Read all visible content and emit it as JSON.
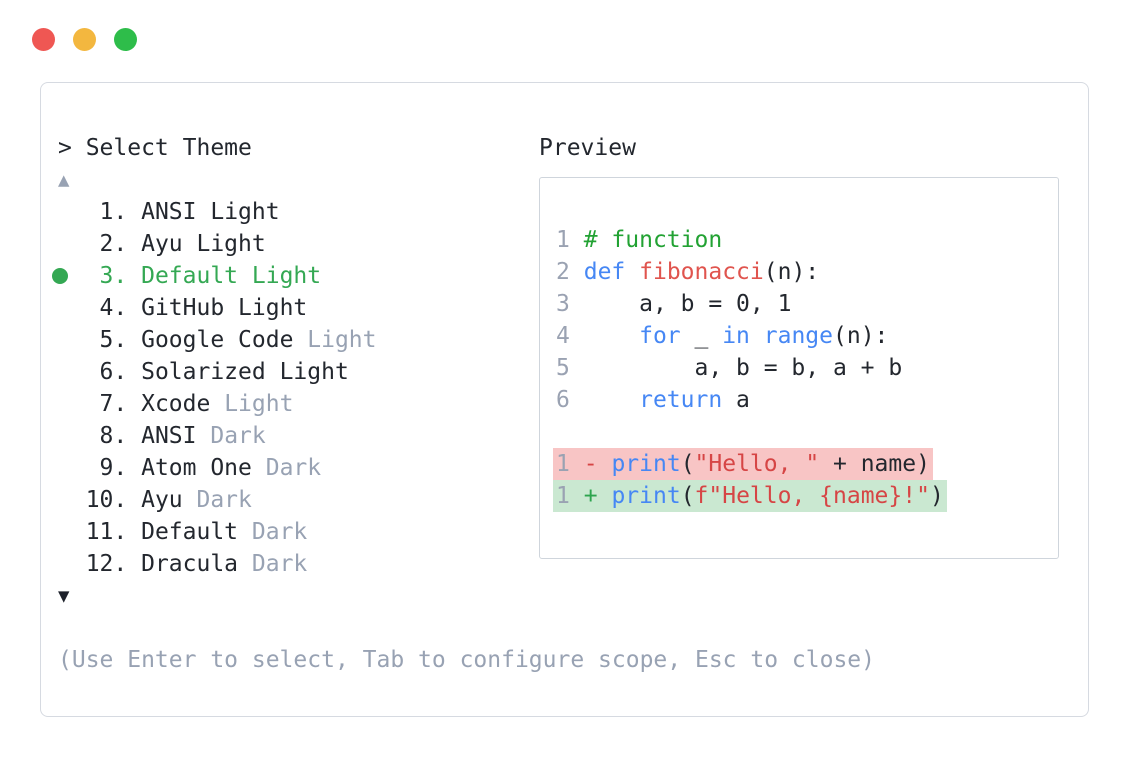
{
  "colors": {
    "dark": "#23272e",
    "muted": "#98a2b3",
    "green": "#34a853",
    "kw": "#4687f4",
    "fn": "#e0544e",
    "str": "#d64545",
    "comment": "#22a233",
    "lnum": "#9aa2b2",
    "del_bg": "#f8c5c5",
    "add_bg": "#cae8d1",
    "del_sign": "#d64545",
    "add_sign": "#2da44e",
    "panel_border": "#d6dae1",
    "preview_border": "#cfd5dc",
    "tl_red": "#ef5753",
    "tl_yellow": "#f3b73f",
    "tl_green": "#2ebd4a"
  },
  "window": {
    "controls": [
      "close",
      "minimize",
      "zoom"
    ]
  },
  "header": {
    "title": "> Select Theme",
    "preview_label": "Preview"
  },
  "theme_list": {
    "scroll_up_icon": "▲",
    "scroll_down_icon": "▼",
    "selected_number": 3,
    "items": [
      {
        "num": "1",
        "name": "ANSI",
        "variant": "Light",
        "variant_muted": false,
        "selected": false
      },
      {
        "num": "2",
        "name": "Ayu",
        "variant": "Light",
        "variant_muted": false,
        "selected": false
      },
      {
        "num": "3",
        "name": "Default",
        "variant": "Light",
        "variant_muted": false,
        "selected": true
      },
      {
        "num": "4",
        "name": "GitHub",
        "variant": "Light",
        "variant_muted": false,
        "selected": false
      },
      {
        "num": "5",
        "name": "Google Code",
        "variant": "Light",
        "variant_muted": true,
        "selected": false
      },
      {
        "num": "6",
        "name": "Solarized",
        "variant": "Light",
        "variant_muted": false,
        "selected": false
      },
      {
        "num": "7",
        "name": "Xcode",
        "variant": "Light",
        "variant_muted": true,
        "selected": false
      },
      {
        "num": "8",
        "name": "ANSI",
        "variant": "Dark",
        "variant_muted": true,
        "selected": false
      },
      {
        "num": "9",
        "name": "Atom One",
        "variant": "Dark",
        "variant_muted": true,
        "selected": false
      },
      {
        "num": "10",
        "name": "Ayu",
        "variant": "Dark",
        "variant_muted": true,
        "selected": false
      },
      {
        "num": "11",
        "name": "Default",
        "variant": "Dark",
        "variant_muted": true,
        "selected": false
      },
      {
        "num": "12",
        "name": "Dracula",
        "variant": "Dark",
        "variant_muted": true,
        "selected": false
      }
    ]
  },
  "preview": {
    "code_lines": [
      {
        "bg": null,
        "tokens": [
          [
            "lnum",
            "1"
          ],
          [
            "plain",
            " "
          ],
          [
            "comment",
            "# function"
          ]
        ]
      },
      {
        "bg": null,
        "tokens": [
          [
            "lnum",
            "2"
          ],
          [
            "plain",
            " "
          ],
          [
            "kw",
            "def"
          ],
          [
            "plain",
            " "
          ],
          [
            "fn",
            "fibonacci"
          ],
          [
            "plain",
            "(n):"
          ]
        ]
      },
      {
        "bg": null,
        "tokens": [
          [
            "lnum",
            "3"
          ],
          [
            "plain",
            " "
          ],
          [
            "plain",
            "    a, b = 0, 1"
          ]
        ]
      },
      {
        "bg": null,
        "tokens": [
          [
            "lnum",
            "4"
          ],
          [
            "plain",
            " "
          ],
          [
            "plain",
            "    "
          ],
          [
            "kw",
            "for"
          ],
          [
            "plain",
            " _ "
          ],
          [
            "kw",
            "in"
          ],
          [
            "plain",
            " "
          ],
          [
            "kw",
            "range"
          ],
          [
            "plain",
            "(n):"
          ]
        ]
      },
      {
        "bg": null,
        "tokens": [
          [
            "lnum",
            "5"
          ],
          [
            "plain",
            " "
          ],
          [
            "plain",
            "        a, b = b, a + b"
          ]
        ]
      },
      {
        "bg": null,
        "tokens": [
          [
            "lnum",
            "6"
          ],
          [
            "plain",
            " "
          ],
          [
            "plain",
            "    "
          ],
          [
            "kw",
            "return"
          ],
          [
            "plain",
            " a"
          ]
        ]
      },
      {
        "bg": null,
        "tokens": []
      },
      {
        "bg": "del",
        "tokens": [
          [
            "lnum",
            "1"
          ],
          [
            "plain",
            " "
          ],
          [
            "del",
            "-"
          ],
          [
            "plain",
            " "
          ],
          [
            "kw",
            "print"
          ],
          [
            "plain",
            "("
          ],
          [
            "str",
            "\"Hello, \""
          ],
          [
            "plain",
            " + name)"
          ]
        ]
      },
      {
        "bg": "add",
        "tokens": [
          [
            "lnum",
            "1"
          ],
          [
            "plain",
            " "
          ],
          [
            "add",
            "+"
          ],
          [
            "plain",
            " "
          ],
          [
            "kw",
            "print"
          ],
          [
            "plain",
            "("
          ],
          [
            "str",
            "f\"Hello, {name}!\""
          ],
          [
            "plain",
            ")"
          ]
        ]
      }
    ]
  },
  "footer": {
    "hint": "(Use Enter to select, Tab to configure scope, Esc to close)"
  }
}
